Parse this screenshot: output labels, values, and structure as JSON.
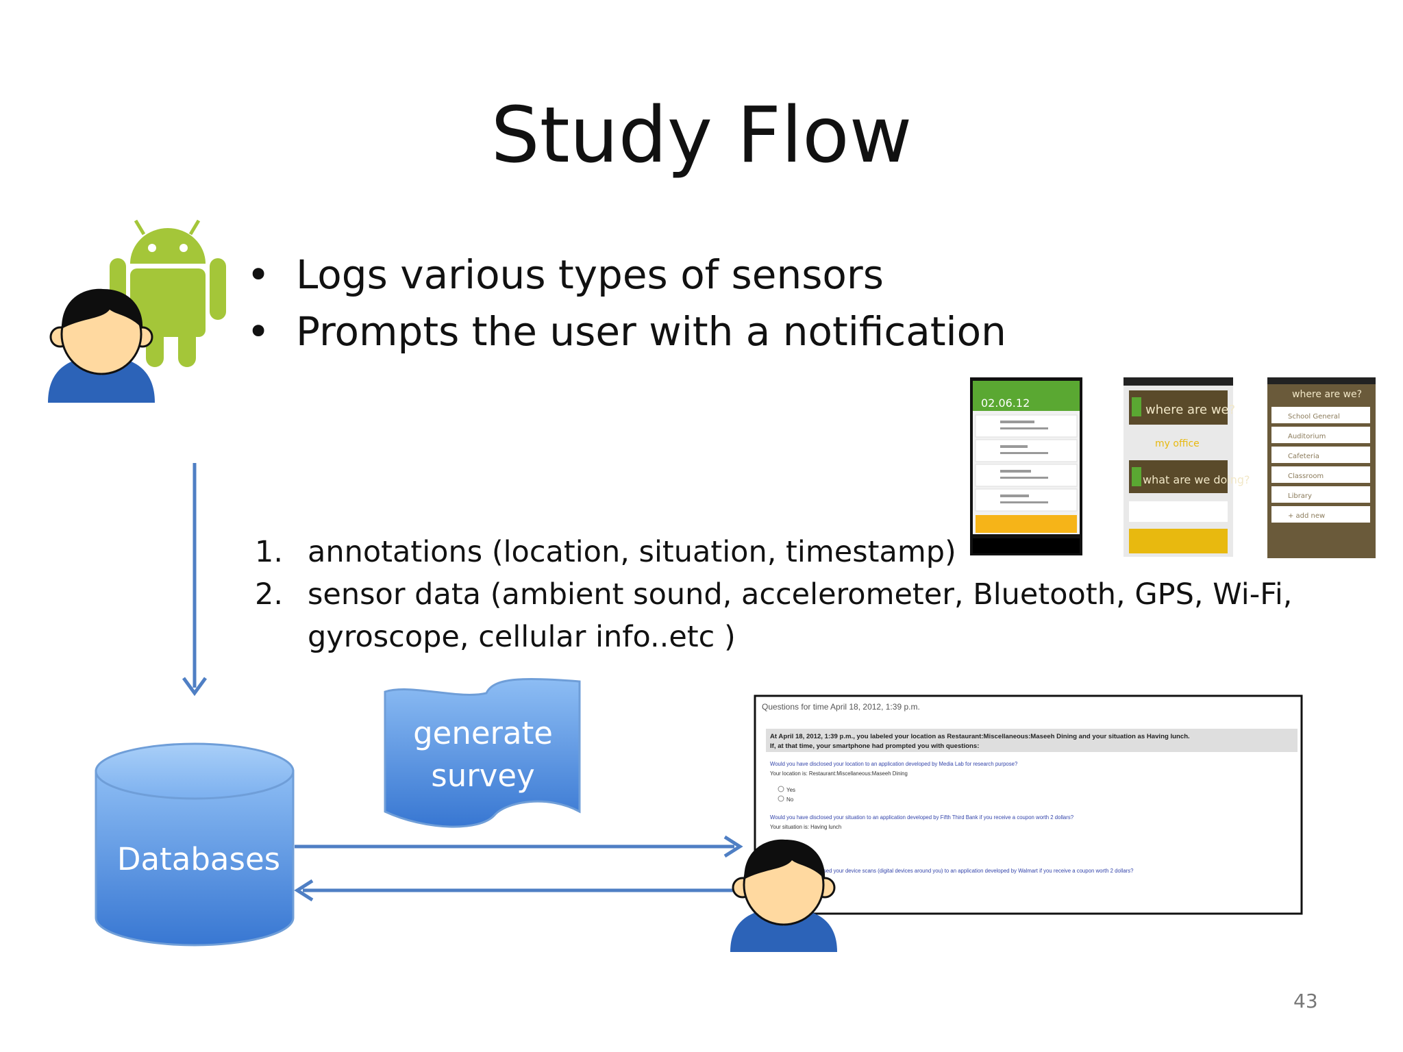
{
  "slide": {
    "title": "Study Flow",
    "bullets": [
      "Logs various types of sensors",
      "Prompts the user with a notification"
    ],
    "numbered": [
      {
        "num": "1.",
        "text": "annotations (location, situation, timestamp)"
      },
      {
        "num": "2.",
        "text": "sensor data (ambient sound, accelerometer, Bluetooth, GPS, Wi-Fi, gyroscope, cellular info..etc )"
      }
    ],
    "survey_shape": {
      "line1": "generate",
      "line2": "survey"
    },
    "database_label": "Databases",
    "page_number": "43"
  },
  "phone_screens": [
    {
      "header": "02.06.12",
      "accent": "#5aa832"
    },
    {
      "q1": "where are we?",
      "a1": "my office",
      "q2": "what are we doing?",
      "accent": "#e8b90f"
    },
    {
      "header": "where are we?",
      "items": [
        "School General",
        "Auditorium",
        "Cafeteria",
        "Classroom",
        "Library",
        "+ add new"
      ],
      "accent": "#6a5a3a"
    }
  ],
  "survey_screenshot": {
    "heading": "Questions for time April 18, 2012, 1:39 p.m.",
    "intro": "At April 18, 2012, 1:39 p.m., you labeled your location as Restaurant:Miscellaneous:Maseeh Dining and your situation as Having lunch.",
    "intro2": "If, at that time, your smartphone had prompted you with questions:",
    "q1": "Would you have disclosed your location to an application developed by Media Lab for research purpose?",
    "q1_detail": "Your location is: Restaurant:Miscellaneous:Maseeh Dining",
    "opt_yes": "Yes",
    "opt_no": "No",
    "q2": "Would you have disclosed your situation to an application developed by Fifth Third Bank if you receive a coupon worth 2 dollars?",
    "q2_detail": "Your situation is: Having lunch",
    "q3": "Would you have disclosed your device scans (digital devices around you) to an application developed by Walmart if you receive a coupon worth 2 dollars?"
  },
  "colors": {
    "arrow": "#4f7fc4",
    "shape_top": "#7fb0ee",
    "shape_bottom": "#3f7fd6",
    "android_green": "#a4c639",
    "skin": "#ffd9a0",
    "hair": "#0e0e0e",
    "shirt": "#2c63b8"
  },
  "icons": [
    "android-robot-icon",
    "person-icon"
  ]
}
